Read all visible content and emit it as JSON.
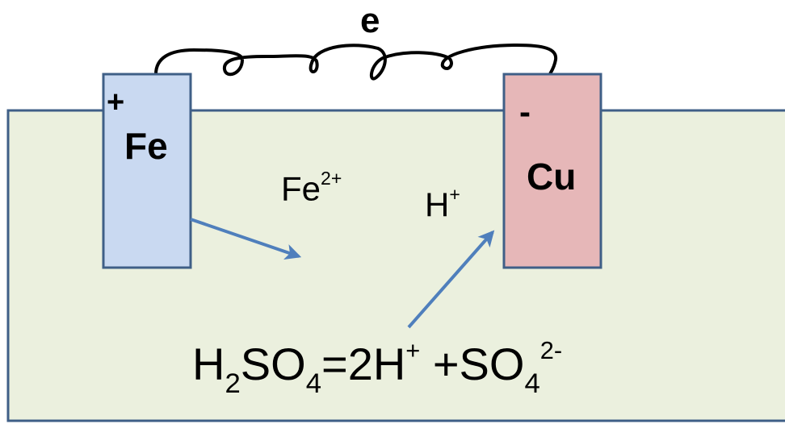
{
  "colors": {
    "electrolyte_fill": "#ebf0de",
    "electrolyte_stroke": "#3f5f87",
    "fe_fill": "#c9d9f1",
    "cu_fill": "#e6b7b8",
    "arrow": "#4f7fbc",
    "wire": "#000000"
  },
  "wire": {
    "label": "e"
  },
  "anode": {
    "sign": "+",
    "label": "Fe"
  },
  "cathode": {
    "sign": "-",
    "label": "Cu"
  },
  "ions": {
    "fe": {
      "base": "Fe",
      "charge": "2+"
    },
    "h": {
      "base": "H",
      "charge": "+"
    }
  },
  "equation": {
    "p1": "H",
    "s1": "2",
    "p2": "SO",
    "s2": "4",
    "p3": "=2H",
    "c1": "+",
    "p4": " +SO",
    "s3": "4",
    "c2": "2-"
  }
}
